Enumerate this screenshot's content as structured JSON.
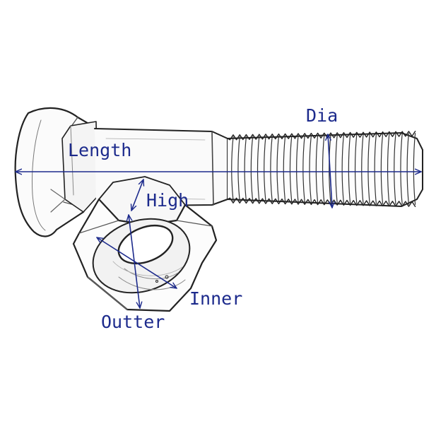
{
  "diagram": {
    "labels": {
      "dia": "Dia",
      "length": "Length",
      "high": "High",
      "inner": "Inner",
      "outter": "Outter"
    },
    "colors": {
      "dimension": "#1c2a8c",
      "sketch": "#222222",
      "background": "#ffffff"
    }
  }
}
